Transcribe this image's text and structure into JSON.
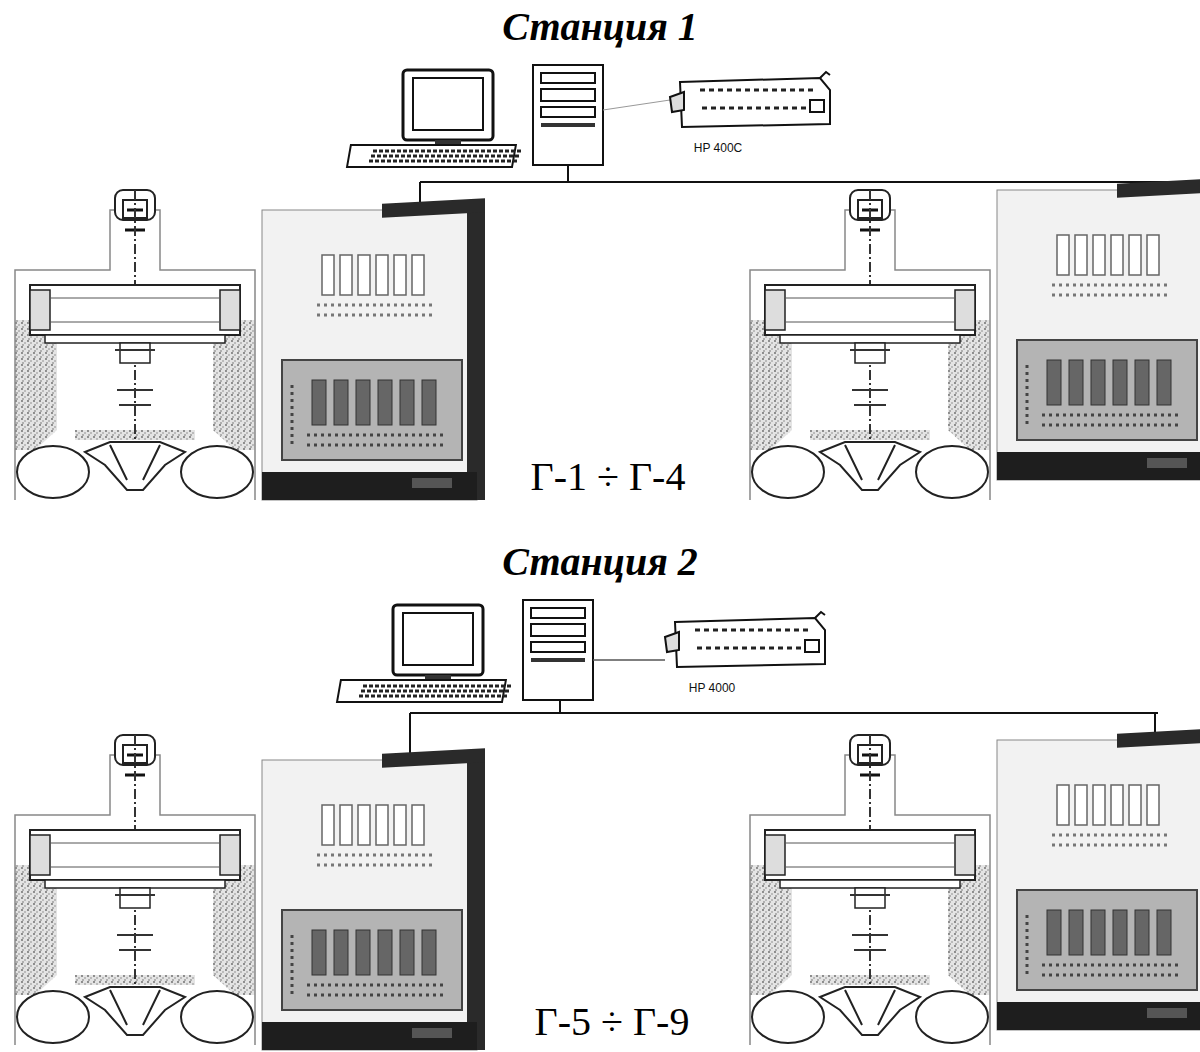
{
  "diagram": {
    "labels": [
      "Станция 1",
      "HP 400C",
      "Г-1 ÷ Г-4",
      "Станция 2",
      "HP 4000",
      "Г-5 ÷ Г-9"
    ]
  }
}
